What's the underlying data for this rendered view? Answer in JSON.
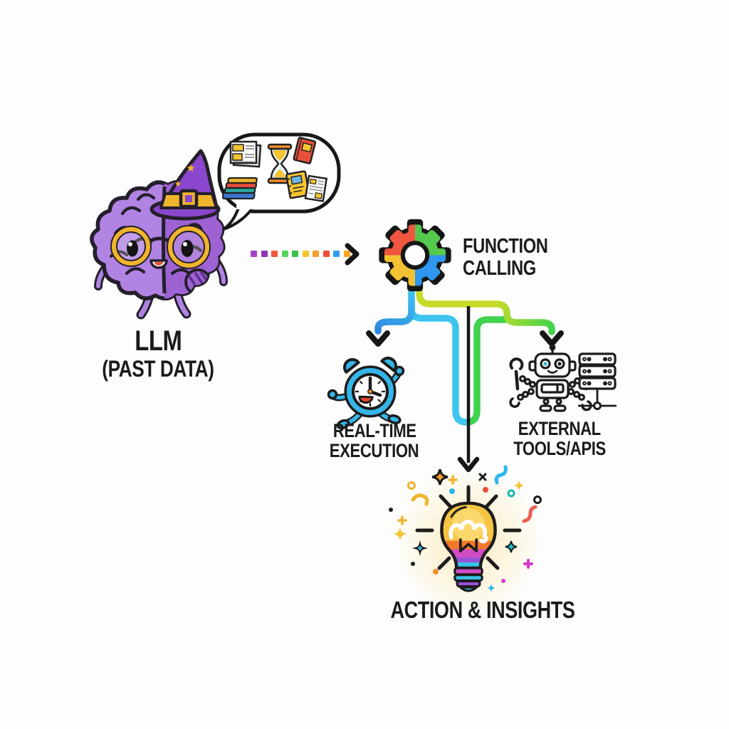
{
  "canvas": {
    "background": "#fdfdfd"
  },
  "nodes": {
    "llm": {
      "line1": "LLM",
      "line2": "(PAST DATA)",
      "icon": "wizard-brain-icon"
    },
    "function_calling": {
      "line1": "FUNCTION",
      "line2": "CALLING",
      "icon": "gear-icon"
    },
    "realtime": {
      "line1": "REAL-TIME",
      "line2": "EXECUTION",
      "icon": "alarm-clock-icon"
    },
    "external": {
      "line1": "EXTERNAL",
      "line2": "TOOLS/APIS",
      "icon": "robot-servers-icon"
    },
    "action": {
      "label": "ACTION & INSIGHTS",
      "icon": "lightbulb-icon"
    }
  },
  "speech_bubble": {
    "icons": [
      "newspaper-icon",
      "book-stack-icon",
      "hourglass-icon",
      "red-book-icon",
      "notebook-icon",
      "document-icon"
    ]
  },
  "dash_colors": [
    "#a342c6",
    "#8f35b5",
    "#ef5a3c",
    "#57d457",
    "#3dbf4d",
    "#f5c431",
    "#f59e2a",
    "#ef4b3b",
    "#2f9ff0",
    "#f5a623"
  ],
  "colors": {
    "text": "#1b1b1b",
    "ink": "#1c1c1c",
    "line_lime": "#c6dc28",
    "line_green": "#3fd34f",
    "line_cyan": "#3ec5ef",
    "line_blue": "#2b7fdd",
    "gear_red": "#f05540",
    "gear_green": "#55c94d",
    "gear_yellow": "#f2c233",
    "gear_blue": "#2f97ee",
    "clock_cyan": "#35b5e8",
    "robot_eye": "#2ab5c8",
    "brain_light": "#b183e3",
    "brain_dark": "#9e62d3",
    "hat_purple": "#8a46cc",
    "band_yellow": "#f0b42c",
    "bulb_yellow": "#f6c343",
    "bulb_orange": "#f4772b",
    "bulb_magenta": "#d14ac4",
    "bulb_purple": "#9b51d8",
    "bulb_cyan": "#38c3e8"
  }
}
